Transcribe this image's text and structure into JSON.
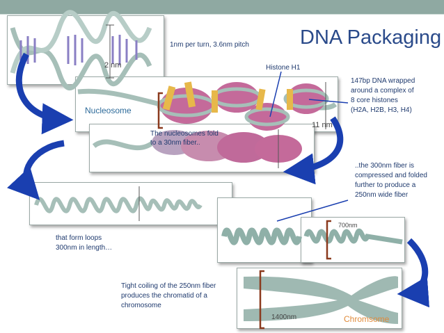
{
  "title": "DNA Packaging",
  "labels": {
    "pitch": "1nm per turn, 3.6nm pitch",
    "helix_width": "2 nm",
    "histone_h1": "Histone H1",
    "core_histones": [
      "147bp DNA wrapped",
      "around a complex of",
      "8 core histones",
      "(H2A, H2B, H3, H4)"
    ],
    "nucleosome": "Nucleosome",
    "fiber_11nm": "11 nm",
    "fold_30nm": [
      "The nucleosomes fold",
      "to a 30nm fiber.."
    ],
    "compress_300nm": [
      "..the 300nm fiber is",
      "compressed and folded",
      "further to produce a",
      "250nm wide fiber"
    ],
    "loops_300nm": [
      "that form loops",
      "300nm in length…"
    ],
    "nm700": "700nm",
    "tight_coiling": [
      "Tight coiling of the 250nm fiber",
      "produces the chromatid of a",
      "chromosome"
    ],
    "nm1400": "1400nm",
    "chromosome": "Chromsome"
  },
  "colors": {
    "header_bar": "#8fa9a2",
    "title": "#2a4a8a",
    "label_text": "#1f3a6e",
    "arrow": "#1a3fb0",
    "bracket": "#8b3a1e",
    "dna_strand": "#a6bfb8",
    "base_pairs": "#8a7fc4",
    "histone": "#c46a9a",
    "h1": "#e7b84a",
    "chromosome_label": "#e08a3a"
  }
}
